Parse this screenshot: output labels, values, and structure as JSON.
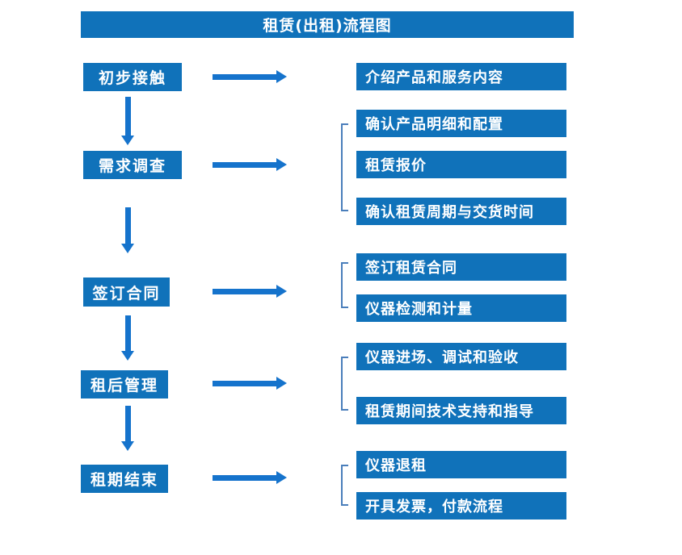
{
  "title": "租赁(出租)流程图",
  "colors": {
    "box_blue": "#1072BA",
    "arrow_blue": "#1573CC",
    "bracket_blue": "#4A7EBB",
    "text_white": "#FFFFFF",
    "background": "#FFFFFF"
  },
  "steps": [
    {
      "label": "初步接触",
      "details": [
        "介绍产品和服务内容"
      ]
    },
    {
      "label": "需求调查",
      "details": [
        "确认产品明细和配置",
        "租赁报价",
        "确认租赁周期与交货时间"
      ]
    },
    {
      "label": "签订合同",
      "details": [
        "签订租赁合同",
        "仪器检测和计量"
      ]
    },
    {
      "label": "租后管理",
      "details": [
        "仪器进场、调试和验收",
        "租赁期间技术支持和指导"
      ]
    },
    {
      "label": "租期结束",
      "details": [
        "仪器退租",
        "开具发票，付款流程"
      ]
    }
  ]
}
